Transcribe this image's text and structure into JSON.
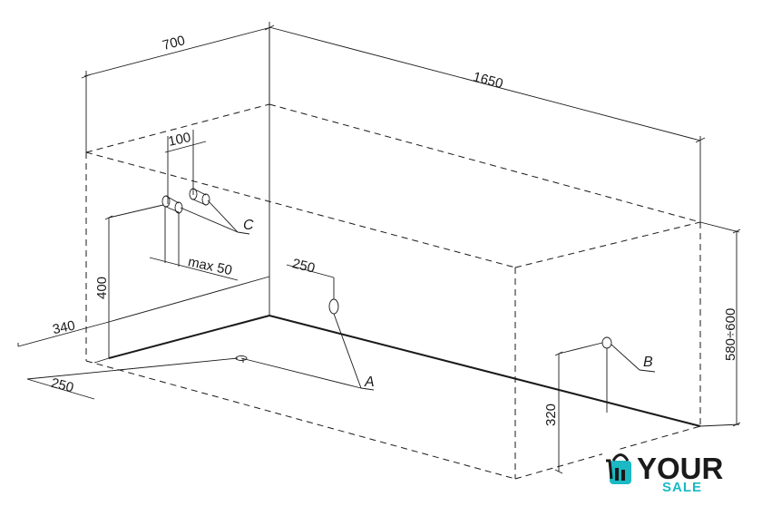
{
  "dimensions": {
    "width": "700",
    "length": "1650",
    "pipe_spacing": "100",
    "pipe_offset": "max 50",
    "drain_offset": "250",
    "height_400": "400",
    "height_range": "580÷600",
    "height_320": "320",
    "dim_340": "340",
    "dim_250": "250"
  },
  "labels": {
    "a": "A",
    "b": "B",
    "c": "C"
  },
  "logo": {
    "text_main": "YOUR",
    "text_sub": "SALE",
    "colors": {
      "teal": "#1bb9c4",
      "dark": "#1a1a1a"
    }
  }
}
